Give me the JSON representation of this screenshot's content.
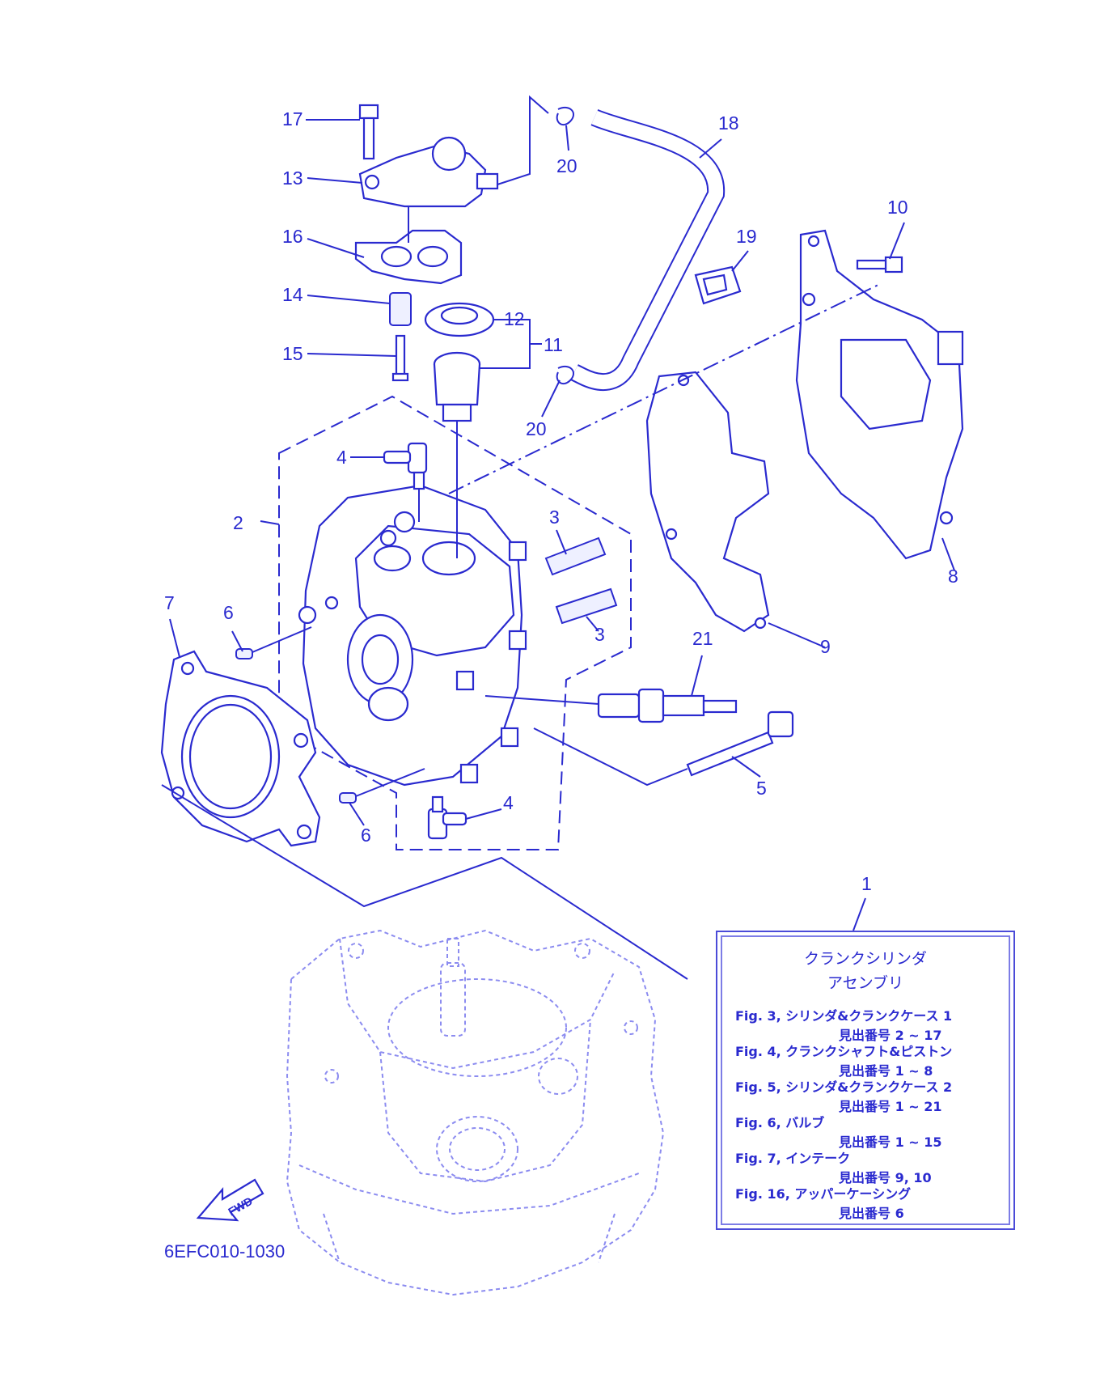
{
  "diagram_code": "6EFC010-1030",
  "fwd_label": "FWD",
  "callouts": [
    {
      "id": "c17",
      "text": "17"
    },
    {
      "id": "c13",
      "text": "13"
    },
    {
      "id": "c16",
      "text": "16"
    },
    {
      "id": "c14",
      "text": "14"
    },
    {
      "id": "c15",
      "text": "15"
    },
    {
      "id": "c12",
      "text": "12"
    },
    {
      "id": "c11",
      "text": "11"
    },
    {
      "id": "c18",
      "text": "18"
    },
    {
      "id": "c20a",
      "text": "20"
    },
    {
      "id": "c20b",
      "text": "20"
    },
    {
      "id": "c19",
      "text": "19"
    },
    {
      "id": "c10",
      "text": "10"
    },
    {
      "id": "c4a",
      "text": "4"
    },
    {
      "id": "c2",
      "text": "2"
    },
    {
      "id": "c3a",
      "text": "3"
    },
    {
      "id": "c3b",
      "text": "3"
    },
    {
      "id": "c8",
      "text": "8"
    },
    {
      "id": "c9",
      "text": "9"
    },
    {
      "id": "c7",
      "text": "7"
    },
    {
      "id": "c6a",
      "text": "6"
    },
    {
      "id": "c21",
      "text": "21"
    },
    {
      "id": "c5",
      "text": "5"
    },
    {
      "id": "c4b",
      "text": "4"
    },
    {
      "id": "c6b",
      "text": "6"
    },
    {
      "id": "c1",
      "text": "1"
    }
  ],
  "legend": {
    "title_line1": "クランクシリンダ",
    "title_line2": "アセンブリ",
    "rows": [
      {
        "ref": "Fig. 3,  シリンダ&クランクケース  1",
        "range": "見出番号  2 ~ 17"
      },
      {
        "ref": "Fig. 4,  クランクシャフト&ピストン",
        "range": "見出番号  1 ~ 8"
      },
      {
        "ref": "Fig. 5,  シリンダ&クランクケース  2",
        "range": "見出番号  1 ~ 21"
      },
      {
        "ref": "Fig. 6,  バルブ",
        "range": "  見出番号  1 ~ 15"
      },
      {
        "ref": "Fig. 7,  インテーク",
        "range": "  見出番号  9, 10"
      },
      {
        "ref": "Fig. 16,  アッパーケーシング",
        "range": "    見出番号  6"
      }
    ]
  },
  "colors": {
    "ink": "#2a2acf",
    "ghost": "#8c8cf0",
    "background": "#ffffff"
  }
}
